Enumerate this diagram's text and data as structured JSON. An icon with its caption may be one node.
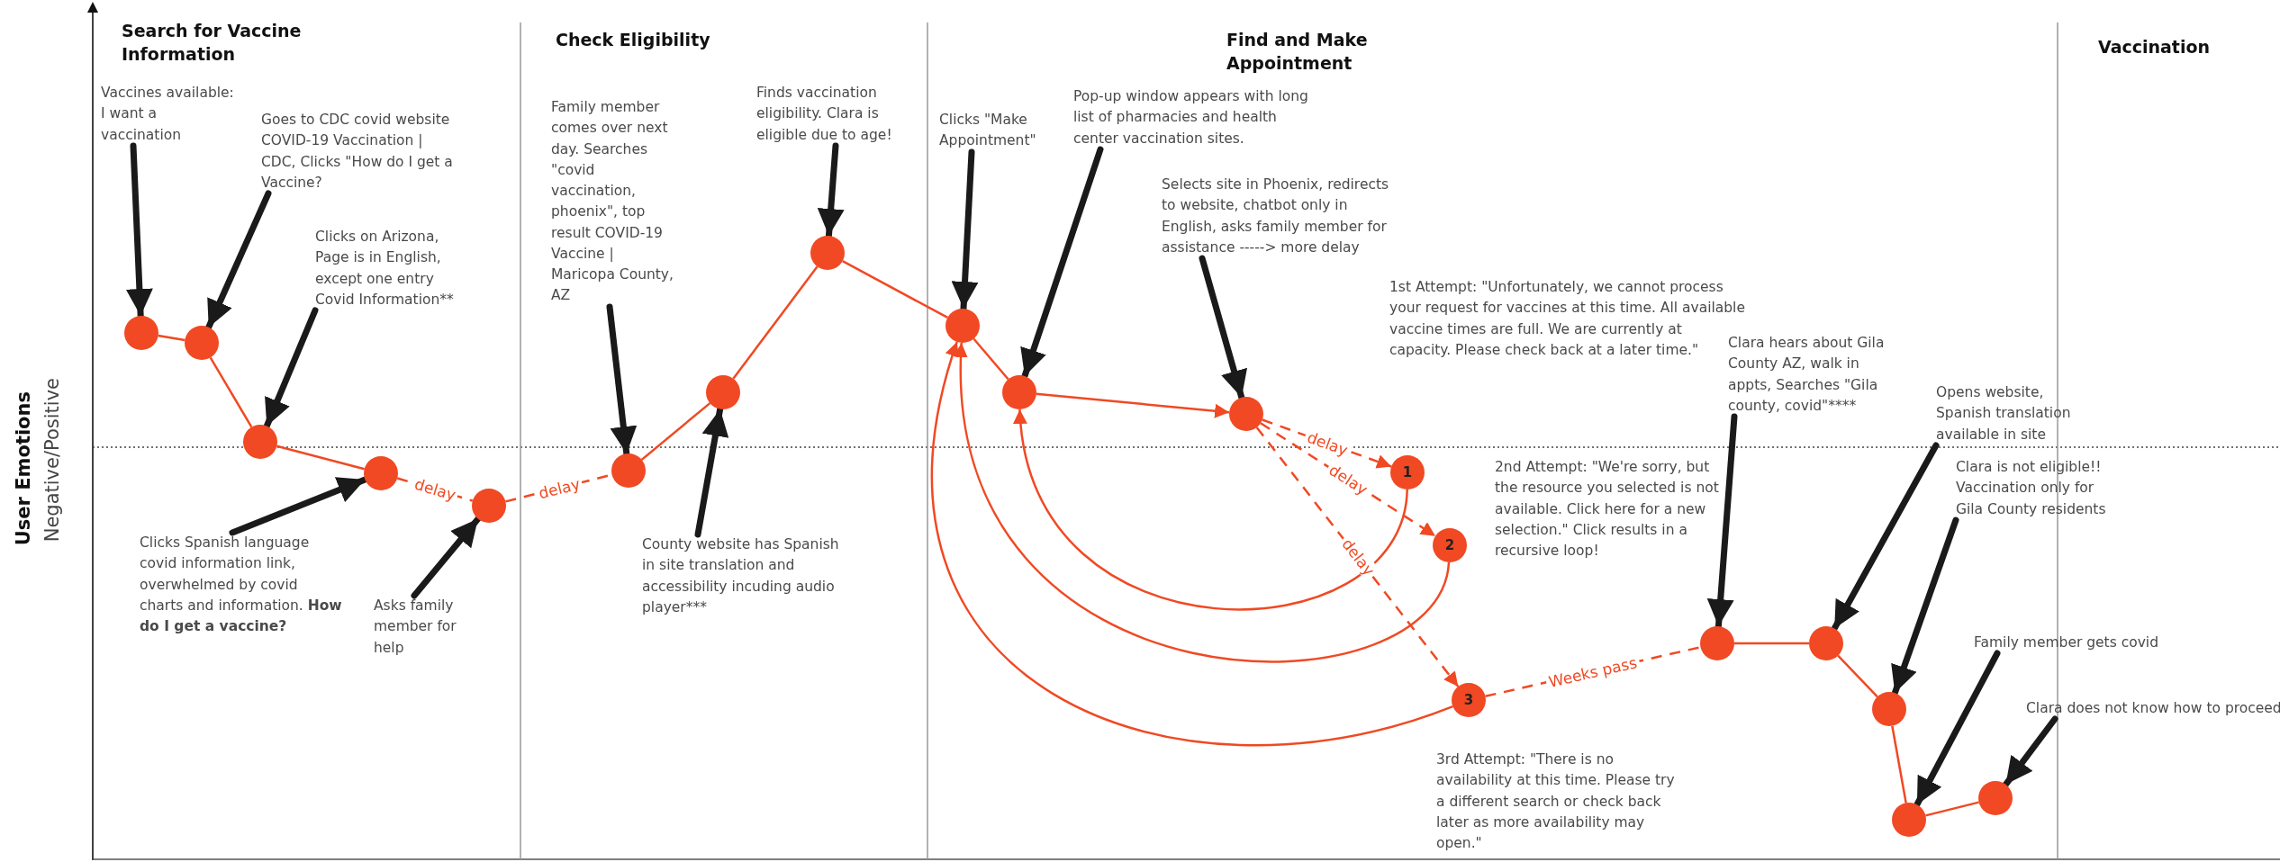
{
  "diagram": {
    "nodes": [
      {
        "text": [
          "Vaccines available: I want a vaccination"
        ]
      },
      {
        "text": [
          "Goes to CDC covid website COVID-19 Vaccination | CDC, Clicks \"How do I get a Vaccine?"
        ]
      },
      {
        "text": [
          "Clicks on Arizona, Page is in English, except one entry Covid Information**"
        ]
      },
      {
        "text": [
          "Clicks Spanish language covid information link, overwhelmed by covid charts and information. **How do I get a vaccine?**"
        ]
      },
      {
        "text": [
          "Asks family member for help"
        ]
      },
      {
        "text": [
          "Family member comes over next day. Searches \"covid vaccination, phoenix\", top result COVID-19 Vaccine | Maricopa County, AZ"
        ]
      },
      {
        "text": [
          "County website has Spanish in site translation and accessibility incuding audio player***"
        ]
      },
      {
        "text": [
          "Finds vaccination eligibility. Clara is eligible due to age!"
        ]
      },
      {
        "text": [
          "Clicks \"Make Appointment\""
        ]
      },
      {
        "text": [
          "Pop-up window appears with long list of pharmacies and health center vaccination sites."
        ]
      },
      {
        "text": [
          "Selects site in Phoenix, redirects to website, chatbot only in English, asks family member for assistance -----> more delay"
        ]
      },
      {
        "text": [
          "Clara hears about Gila County AZ, walk in appts, Searches \"Gila county, covid\"****"
        ]
      },
      {
        "text": [
          "Opens website, Spanish translation available in site"
        ]
      },
      {
        "text": [
          "Clara is not eligible!! Vaccination only for Gila County residents"
        ]
      },
      {
        "text": [
          "Family member gets covid"
        ]
      },
      {
        "text": [
          "Clara does not know how to proceed"
        ]
      },
      {
        "text": [],
        "shape": "circle"
      },
      {
        "text": [],
        "shape": "circle"
      },
      {
        "text": [],
        "shape": "circle"
      },
      {
        "text": [],
        "shape": "circle"
      },
      {
        "text": [],
        "shape": "circle"
      },
      {
        "text": [],
        "shape": "circle"
      },
      {
        "text": [],
        "shape": "circle"
      },
      {
        "text": [],
        "shape": "circle"
      },
      {
        "text": [],
        "shape": "circle"
      },
      {
        "text": [],
        "shape": "circle"
      },
      {
        "text": [],
        "shape": "circle"
      },
      {
        "text": [
          "1"
        ]
      },
      {
        "text": [
          "2"
        ]
      },
      {
        "text": [
          "3"
        ]
      },
      {
        "text": [],
        "shape": "circle"
      },
      {
        "text": [],
        "shape": "circle"
      },
      {
        "text": [],
        "shape": "circle"
      },
      {
        "text": [],
        "shape": "circle"
      },
      {
        "text": [],
        "shape": "circle"
      }
    ],
    "edges": [
      {
        "from": 16,
        "to": 17,
        "arrow": "none"
      },
      {
        "from": 17,
        "to": 18,
        "arrow": "none"
      },
      {
        "from": 18,
        "to": 19,
        "arrow": "none"
      },
      {
        "from": 19,
        "to": 20,
        "arrow": "none",
        "style": "dashed",
        "label": "delay"
      },
      {
        "from": 20,
        "to": 21,
        "arrow": "none",
        "style": "dashed",
        "label": "delay"
      },
      {
        "from": 21,
        "to": 22,
        "arrow": "none"
      },
      {
        "from": 22,
        "to": 23,
        "arrow": "none"
      },
      {
        "from": 23,
        "to": 24,
        "arrow": "none"
      },
      {
        "from": 24,
        "to": 25,
        "arrow": "none"
      },
      {
        "from": 25,
        "to": 26,
        "arrow": "to"
      },
      {
        "from": 26,
        "to": 27,
        "arrow": "to",
        "style": "dashed",
        "label": "delay"
      },
      {
        "from": 26,
        "to": 28,
        "arrow": "to",
        "style": "dashed",
        "label": "delay"
      },
      {
        "from": 26,
        "to": 29,
        "arrow": "to",
        "style": "dashed",
        "label": "delay"
      },
      {
        "from": 27,
        "to": 25,
        "arrow": "to"
      },
      {
        "from": 28,
        "to": 24,
        "arrow": "to"
      },
      {
        "from": 29,
        "to": 24,
        "arrow": "to"
      },
      {
        "from": 29,
        "to": 30,
        "arrow": "none",
        "style": "dashed",
        "label": "Weeks pass"
      },
      {
        "from": 30,
        "to": 31,
        "arrow": "none"
      },
      {
        "from": 31,
        "to": 32,
        "arrow": "none"
      },
      {
        "from": 32,
        "to": 33,
        "arrow": "none"
      },
      {
        "from": 33,
        "to": 34,
        "arrow": "none"
      },
      {
        "from": 0,
        "to": 16,
        "arrow": "to",
        "style": "thick",
        "color": "#1a1a1a"
      },
      {
        "from": 1,
        "to": 17,
        "arrow": "to",
        "style": "thick",
        "color": "#1a1a1a"
      },
      {
        "from": 2,
        "to": 18,
        "arrow": "to",
        "style": "thick",
        "color": "#1a1a1a"
      },
      {
        "from": 3,
        "to": 19,
        "arrow": "to",
        "style": "thick",
        "color": "#1a1a1a"
      },
      {
        "from": 4,
        "to": 20,
        "arrow": "to",
        "style": "thick",
        "color": "#1a1a1a"
      },
      {
        "from": 5,
        "to": 21,
        "arrow": "to",
        "style": "thick",
        "color": "#1a1a1a"
      },
      {
        "from": 6,
        "to": 22,
        "arrow": "to",
        "style": "thick",
        "color": "#1a1a1a"
      },
      {
        "from": 7,
        "to": 23,
        "arrow": "to",
        "style": "thick",
        "color": "#1a1a1a"
      },
      {
        "from": 8,
        "to": 24,
        "arrow": "to",
        "style": "thick",
        "color": "#1a1a1a"
      },
      {
        "from": 9,
        "to": 25,
        "arrow": "to",
        "style": "thick",
        "color": "#1a1a1a"
      },
      {
        "from": 10,
        "to": 26,
        "arrow": "to",
        "style": "thick",
        "color": "#1a1a1a"
      },
      {
        "from": 11,
        "to": 30,
        "arrow": "to",
        "style": "thick",
        "color": "#1a1a1a"
      },
      {
        "from": 12,
        "to": 31,
        "arrow": "to",
        "style": "thick",
        "color": "#1a1a1a"
      },
      {
        "from": 13,
        "to": 32,
        "arrow": "to",
        "style": "thick",
        "color": "#1a1a1a"
      },
      {
        "from": 14,
        "to": 33,
        "arrow": "to",
        "style": "thick",
        "color": "#1a1a1a"
      },
      {
        "from": 15,
        "to": 34,
        "arrow": "to",
        "style": "thick",
        "color": "#1a1a1a"
      }
    ],
    "labels": [
      "Search for Vaccine Information",
      "Check Eligibility",
      "Find and Make Appointment",
      "Vaccination",
      "User Emotions",
      "Negative/Positive",
      "1st Attempt: \"Unfortunately, we cannot process your request for vaccines at this time. All available vaccine times are full. We are currently at capacity. Please check back at a later time.\"",
      "2nd Attempt: \"We're sorry, but the resource you selected is not available. Click here for a new selection.\" Click results in a recursive loop!",
      "3rd Attempt: \"There is no availability at this time. Please try a different search or check back later as more availability may open.\""
    ]
  }
}
